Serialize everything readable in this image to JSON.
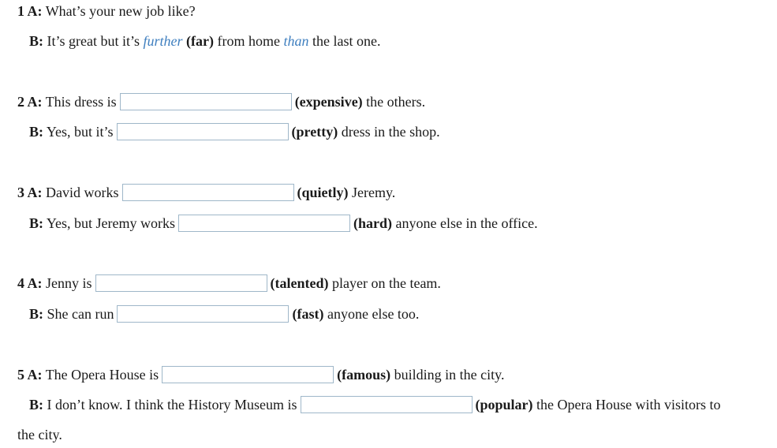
{
  "questions": [
    {
      "a": {
        "label": "1 A:",
        "text": "What’s your new job like?"
      },
      "b": {
        "label": "B:",
        "before": "It’s great but it’s",
        "answer1": "further",
        "hint": "(far)",
        "middle": "from home",
        "answer2": "than",
        "after": "the last one."
      }
    },
    {
      "a": {
        "label": "2 A:",
        "before": "This dress is",
        "input_value": "",
        "hint": "(expensive)",
        "after": "the others."
      },
      "b": {
        "label": "B:",
        "before": "Yes, but it’s",
        "input_value": "",
        "hint": "(pretty)",
        "after": "dress in the shop."
      }
    },
    {
      "a": {
        "label": "3 A:",
        "before": "David works",
        "input_value": "",
        "hint": "(quietly)",
        "after": "Jeremy."
      },
      "b": {
        "label": "B:",
        "before": "Yes, but Jeremy works",
        "input_value": "",
        "hint": "(hard)",
        "after": "anyone else in the office."
      }
    },
    {
      "a": {
        "label": "4 A:",
        "before": "Jenny is",
        "input_value": "",
        "hint": "(talented)",
        "after": "player on the team."
      },
      "b": {
        "label": "B:",
        "before": "She can run",
        "input_value": "",
        "hint": "(fast)",
        "after": "anyone else too."
      }
    },
    {
      "a": {
        "label": "5 A:",
        "before": "The Opera House is",
        "input_value": "",
        "hint": "(famous)",
        "after": "building in the city."
      },
      "b": {
        "label": "B:",
        "before": "I don’t know. I think the History Museum is",
        "input_value": "",
        "hint": "(popular)",
        "after": "the Opera House with visitors to",
        "continuation": "the city."
      }
    }
  ],
  "colors": {
    "example_answer": "#3f7fbf",
    "input_border": "#9fb7c9"
  }
}
